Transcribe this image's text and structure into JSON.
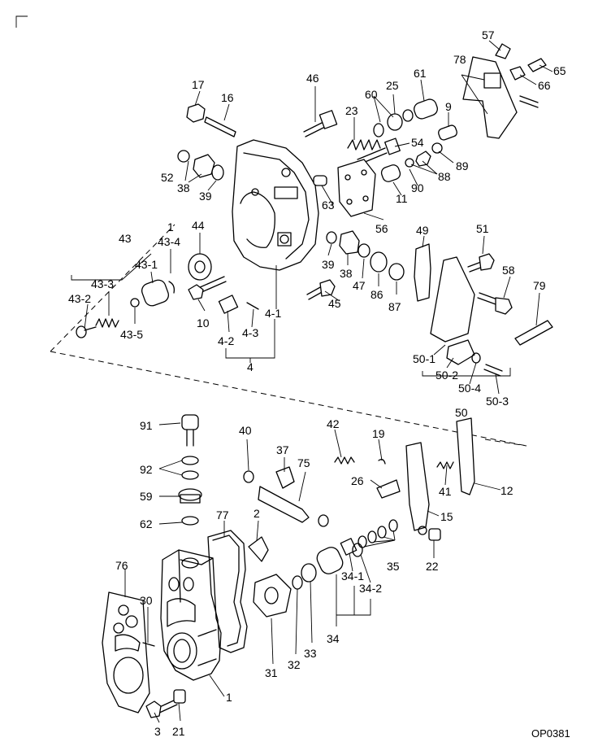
{
  "diagram": {
    "code": "OP0381",
    "callouts": [
      {
        "id": "c57",
        "text": "57"
      },
      {
        "id": "c65",
        "text": "65"
      },
      {
        "id": "c78",
        "text": "78"
      },
      {
        "id": "c66",
        "text": "66"
      },
      {
        "id": "c46",
        "text": "46"
      },
      {
        "id": "c17",
        "text": "17"
      },
      {
        "id": "c16",
        "text": "16"
      },
      {
        "id": "c60",
        "text": "60"
      },
      {
        "id": "c25",
        "text": "25"
      },
      {
        "id": "c61",
        "text": "61"
      },
      {
        "id": "c23",
        "text": "23"
      },
      {
        "id": "c9",
        "text": "9"
      },
      {
        "id": "c54",
        "text": "54"
      },
      {
        "id": "c89",
        "text": "89"
      },
      {
        "id": "c88",
        "text": "88"
      },
      {
        "id": "c90",
        "text": "90"
      },
      {
        "id": "c11",
        "text": "11"
      },
      {
        "id": "c52",
        "text": "52"
      },
      {
        "id": "c38a",
        "text": "38"
      },
      {
        "id": "c39a",
        "text": "39"
      },
      {
        "id": "c63",
        "text": "63"
      },
      {
        "id": "c56",
        "text": "56"
      },
      {
        "id": "c1a",
        "text": "1"
      },
      {
        "id": "c43",
        "text": "43"
      },
      {
        "id": "c434",
        "text": "43-4"
      },
      {
        "id": "c44",
        "text": "44"
      },
      {
        "id": "c49",
        "text": "49"
      },
      {
        "id": "c51",
        "text": "51"
      },
      {
        "id": "c39b",
        "text": "39"
      },
      {
        "id": "c38b",
        "text": "38"
      },
      {
        "id": "c47",
        "text": "47"
      },
      {
        "id": "c86",
        "text": "86"
      },
      {
        "id": "c87",
        "text": "87"
      },
      {
        "id": "c58",
        "text": "58"
      },
      {
        "id": "c431",
        "text": "43-1"
      },
      {
        "id": "c433",
        "text": "43-3"
      },
      {
        "id": "c432",
        "text": "43-2"
      },
      {
        "id": "c435",
        "text": "43-5"
      },
      {
        "id": "c79",
        "text": "79"
      },
      {
        "id": "c45",
        "text": "45"
      },
      {
        "id": "c10",
        "text": "10"
      },
      {
        "id": "c41",
        "text": "4-1"
      },
      {
        "id": "c42",
        "text": "4-2"
      },
      {
        "id": "c43b",
        "text": "4-3"
      },
      {
        "id": "c4",
        "text": "4"
      },
      {
        "id": "c501",
        "text": "50-1"
      },
      {
        "id": "c502",
        "text": "50-2"
      },
      {
        "id": "c504",
        "text": "50-4"
      },
      {
        "id": "c503",
        "text": "50-3"
      },
      {
        "id": "c50",
        "text": "50"
      },
      {
        "id": "c91",
        "text": "91"
      },
      {
        "id": "c40",
        "text": "40"
      },
      {
        "id": "c42b",
        "text": "42"
      },
      {
        "id": "c19",
        "text": "19"
      },
      {
        "id": "c37",
        "text": "37"
      },
      {
        "id": "c75",
        "text": "75"
      },
      {
        "id": "c92",
        "text": "92"
      },
      {
        "id": "c26",
        "text": "26"
      },
      {
        "id": "c41b",
        "text": "41"
      },
      {
        "id": "c12",
        "text": "12"
      },
      {
        "id": "c59",
        "text": "59"
      },
      {
        "id": "c15",
        "text": "15"
      },
      {
        "id": "c77",
        "text": "77"
      },
      {
        "id": "c2",
        "text": "2"
      },
      {
        "id": "c62",
        "text": "62"
      },
      {
        "id": "c35",
        "text": "35"
      },
      {
        "id": "c22",
        "text": "22"
      },
      {
        "id": "c76",
        "text": "76"
      },
      {
        "id": "c341",
        "text": "34-1"
      },
      {
        "id": "c342",
        "text": "34-2"
      },
      {
        "id": "c30",
        "text": "30"
      },
      {
        "id": "c34",
        "text": "34"
      },
      {
        "id": "c33",
        "text": "33"
      },
      {
        "id": "c32",
        "text": "32"
      },
      {
        "id": "c31",
        "text": "31"
      },
      {
        "id": "c1b",
        "text": "1"
      },
      {
        "id": "c3",
        "text": "3"
      },
      {
        "id": "c21",
        "text": "21"
      }
    ]
  }
}
